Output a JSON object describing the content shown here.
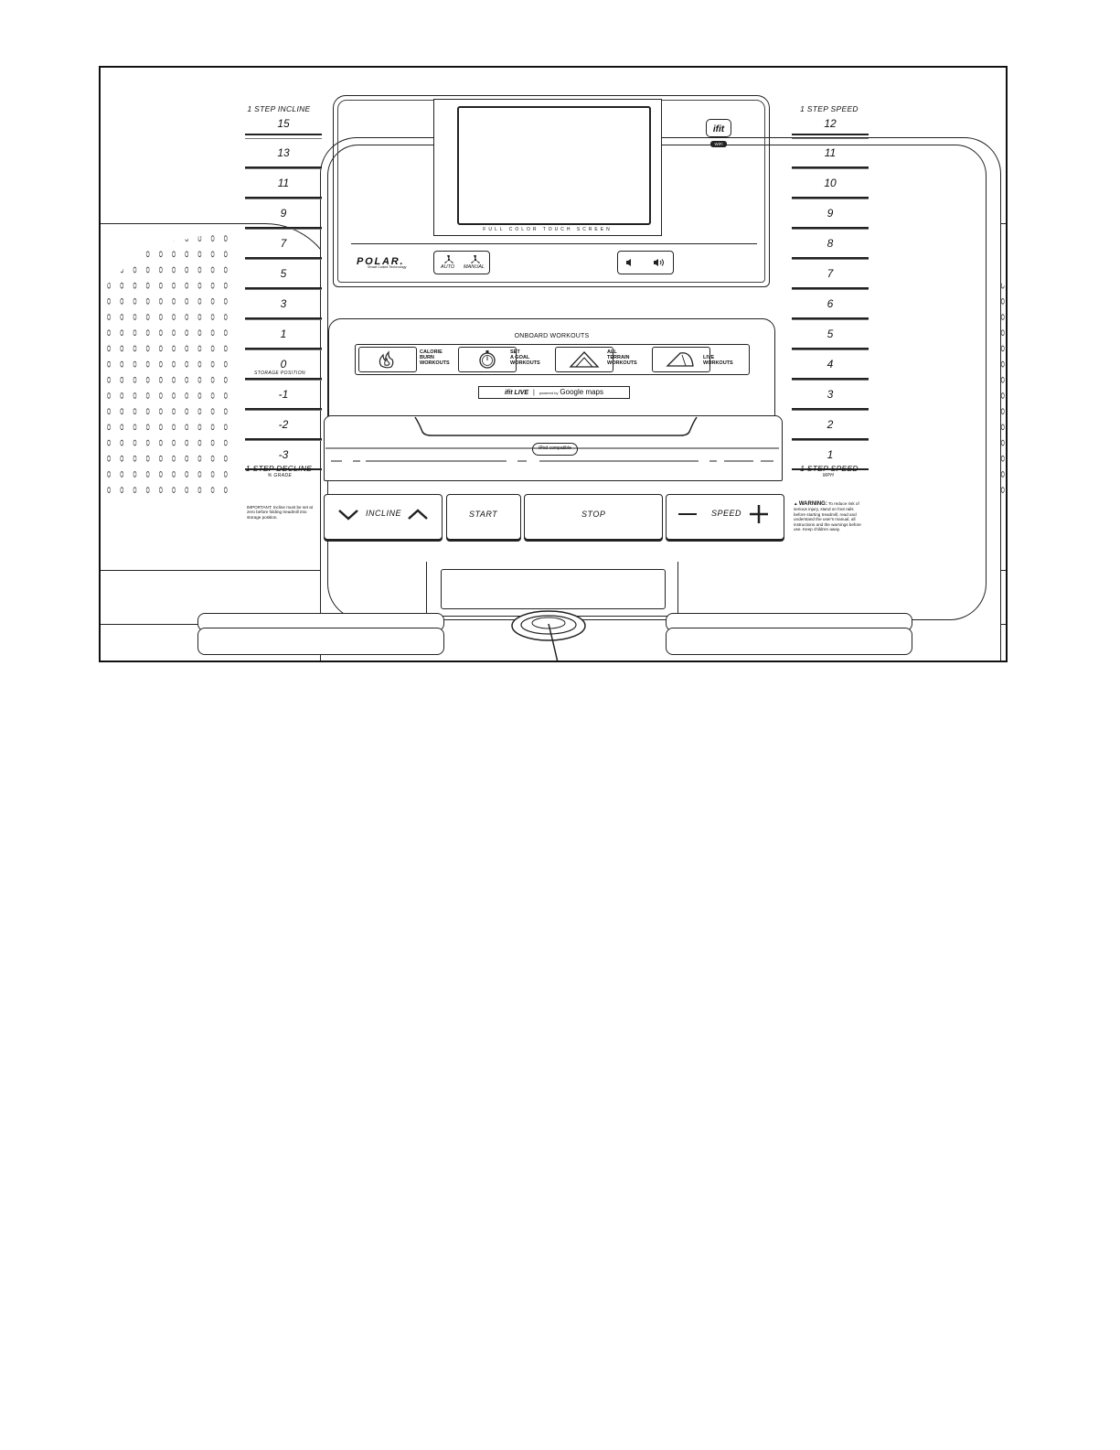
{
  "incline_scale": {
    "caption": "1 STEP INCLINE",
    "keys": [
      "15",
      "13",
      "11",
      "9",
      "7",
      "5",
      "3",
      "1",
      "0",
      "-1",
      "-2",
      "-3"
    ],
    "storage_label": "STORAGE POSITION",
    "bottom_caption": "1 STEP DECLINE",
    "bottom_sub": "% GRADE"
  },
  "speed_scale": {
    "caption": "1 STEP SPEED",
    "keys": [
      "12",
      "11",
      "10",
      "9",
      "8",
      "7",
      "6",
      "5",
      "4",
      "3",
      "2",
      "1"
    ],
    "bottom_caption": "1 STEP SPEED",
    "bottom_sub": "MPH"
  },
  "display": {
    "screen_caption": "FULL COLOR TOUCH SCREEN",
    "brand": "POLAR.",
    "brand_tagline": "Smart Coded Technology",
    "fan_auto": "AUTO",
    "fan_manual": "MANUAL",
    "ifit_logo": "ifit",
    "wifi_badge": "WiFi"
  },
  "workouts": {
    "title": "ONBOARD WORKOUTS",
    "items": [
      {
        "label": "CALORIE\nBURN\nWORKOUTS",
        "icon": "flame-icon"
      },
      {
        "label": "SET\nA GOAL\nWORKOUTS",
        "icon": "stopwatch-icon"
      },
      {
        "label": "ALL\nTERRAIN\nWORKOUTS",
        "icon": "terrain-icon"
      },
      {
        "label": "LIVE\nWORKOUTS",
        "icon": "sail-icon"
      }
    ],
    "ifit_live": "ifit LIVE",
    "powered_by": "powered by",
    "google_maps": "Google maps"
  },
  "tray": {
    "ipod_badge": "iPod compatible"
  },
  "controls": {
    "incline": "INCLINE",
    "start": "START",
    "stop": "STOP",
    "speed": "SPEED",
    "important_note": "IMPORTANT: Incline must be set at zero before folding treadmill into storage position.",
    "warning_title": "WARNING:",
    "warning_text": "To reduce risk of serious injury, stand on foot rails before starting treadmill, read and understand the user's manual, all instructions and the warnings before use. Keep children away."
  }
}
